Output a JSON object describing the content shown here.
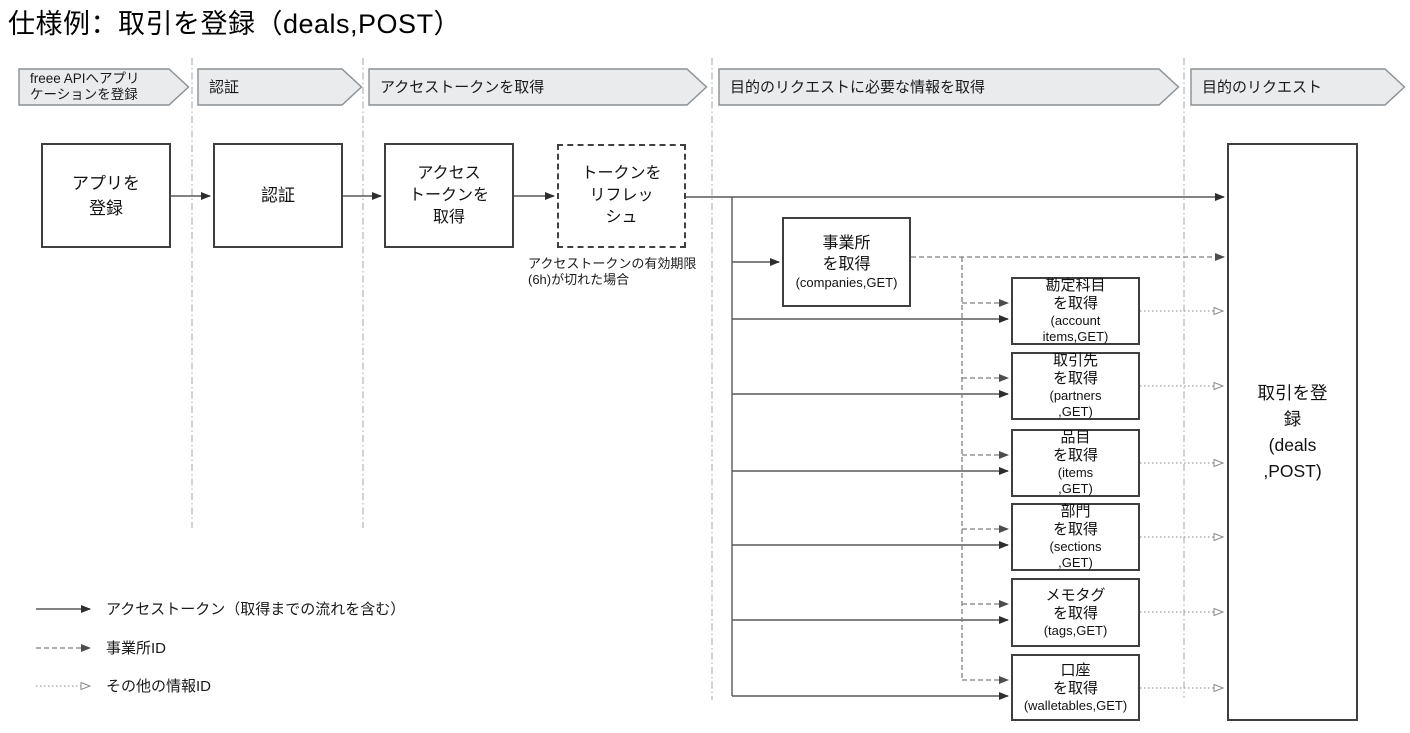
{
  "title": "仕様例：取引を登録（deals,POST）",
  "phases": [
    {
      "label": "freee APIへアプリ\nケーションを登録"
    },
    {
      "label": "認証"
    },
    {
      "label": "アクセストークンを取得"
    },
    {
      "label": "目的のリクエストに必要な情報を取得"
    },
    {
      "label": "目的のリクエスト"
    }
  ],
  "boxes": {
    "register_app": {
      "name": "アプリを\n登録"
    },
    "auth": {
      "name": "認証"
    },
    "get_token": {
      "name": "アクセス\nトークンを\n取得"
    },
    "refresh_token": {
      "name": "トークンを\nリフレッ\nシュ",
      "note": "アクセストークンの有効期限(6h)が切れた場合"
    },
    "get_companies": {
      "name": "事業所\nを取得",
      "api": "(companies,GET)"
    },
    "register_deal": {
      "name": "取引を登\n録",
      "api": "(deals\n,POST)"
    }
  },
  "info_boxes": [
    {
      "name": "勘定科目\nを取得",
      "api": "(account\nitems,GET)"
    },
    {
      "name": "取引先\nを取得",
      "api": "(partners\n,GET)"
    },
    {
      "name": "品目\nを取得",
      "api": "(items\n,GET)"
    },
    {
      "name": "部門\nを取得",
      "api": "(sections\n,GET)"
    },
    {
      "name": "メモタグ\nを取得",
      "api": "(tags,GET)"
    },
    {
      "name": "口座\nを取得",
      "api": "(walletables,GET)"
    }
  ],
  "legend": [
    {
      "style": "solid",
      "label": "アクセストークン（取得までの流れを含む）"
    },
    {
      "style": "dashed",
      "label": "事業所ID"
    },
    {
      "style": "dotted",
      "label": "その他の情報ID"
    }
  ],
  "colors": {
    "box_border": "#3f3f3f",
    "chevron_fill": "#e9ebed",
    "chevron_border": "#8a9094",
    "solid_line": "#595959",
    "dashed_line": "#7f7f7f",
    "dotted_line": "#9e9e9e",
    "separator": "#b3b3b3"
  }
}
